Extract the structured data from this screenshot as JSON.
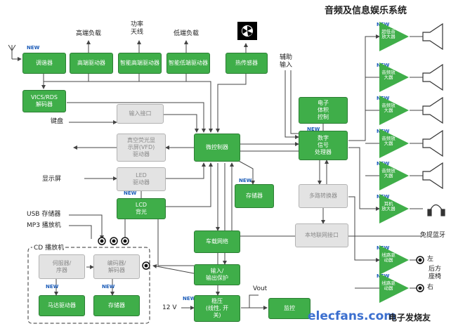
{
  "title": "音频及信息娱乐系统",
  "new_tag": "NEW",
  "blocks": {
    "tuner": "调谐器",
    "hs_driver": "高端驱动器",
    "smart_hs": "智能高端驱动器",
    "smart_ls": "智能低端驱动器",
    "thermal": "热传感器",
    "vics": "VICS/RDS\n解码器",
    "input_if": "输入接口",
    "vfd": "真空荧光显\n示屏(VFD)\n驱动器",
    "mcu": "微控制器",
    "led_driver": "LED\n驱动器",
    "lcd": "LCD\n背光",
    "memory": "存储器",
    "evc": "电子\n体积\n控制",
    "dsp": "数字\n信号\n处理器",
    "mux": "多路转换器",
    "lin": "本地联网接口",
    "can": "车载网络",
    "io_prot": "输入/\n输出保护",
    "servo": "伺服器/\n序器",
    "codec": "编码器/\n解码器",
    "motor": "马达驱动器",
    "cd_mem": "存储器",
    "regulator": "稳压\n(线性, 开\n关)",
    "monitor": "监控"
  },
  "amps": [
    "超低音\n放大器",
    "音频放\n大器",
    "音频放\n大器",
    "音频放\n大器",
    "音频放\n大器",
    "耳机\n放大器",
    "线路驱\n动器",
    "线路驱\n动器"
  ],
  "labels": {
    "hs_load": "高端负载",
    "antenna": "功率\n天线",
    "ls_load": "低端负载",
    "aux": "辅助\n输入",
    "keyboard": "键盘",
    "display": "显示屏",
    "usb": "USB 存储器",
    "mp3": "MP3 播放机",
    "cd": "CD 播放机",
    "bt": "免提蓝牙",
    "left": "左",
    "rear": "后方\n座椅",
    "right": "右",
    "v12": "12 V",
    "vout": "Vout"
  },
  "watermark": {
    "site": "elecfans.com",
    "cn": "电子发烧友"
  }
}
